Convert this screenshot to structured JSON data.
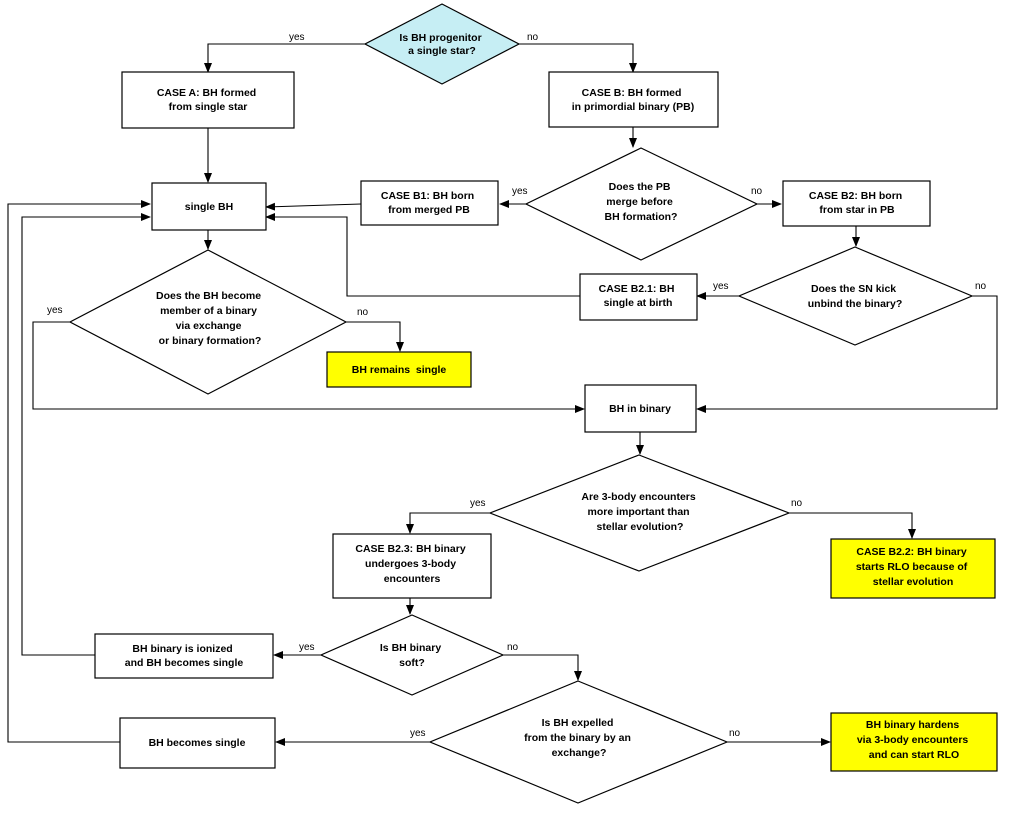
{
  "colors": {
    "decision_start": "#c6eef4",
    "process": "#ffffff",
    "terminal": "#ffff00",
    "line": "#000000"
  },
  "nodes": {
    "q_single_star": {
      "lines": [
        "Is BH progenitor",
        "a single star?"
      ]
    },
    "case_a": {
      "lines": [
        "CASE A: BH formed",
        "from single star"
      ]
    },
    "case_b": {
      "lines": [
        "CASE B: BH formed",
        "in primordial binary (PB)"
      ]
    },
    "single_bh": {
      "lines": [
        "single BH"
      ]
    },
    "case_b1": {
      "lines": [
        "CASE B1: BH born",
        "from merged PB"
      ]
    },
    "q_pb_merge": {
      "lines": [
        "Does the PB",
        "merge before",
        "BH formation?"
      ]
    },
    "case_b2": {
      "lines": [
        "CASE B2: BH born",
        "from star in PB"
      ]
    },
    "case_b21": {
      "lines": [
        "CASE B2.1: BH",
        "single at birth"
      ]
    },
    "q_sn_kick": {
      "lines": [
        "Does the SN kick",
        "unbind the binary?"
      ]
    },
    "q_bh_binary_member": {
      "lines": [
        "Does the BH become",
        "member of a binary",
        "via exchange",
        "or binary formation?"
      ]
    },
    "bh_remains_single": {
      "lines": [
        "BH remains  single"
      ]
    },
    "bh_in_binary": {
      "lines": [
        "BH in binary"
      ]
    },
    "q_3body": {
      "lines": [
        "Are 3-body encounters",
        "more important than",
        "stellar evolution?"
      ]
    },
    "case_b23": {
      "lines": [
        "CASE B2.3: BH binary",
        "undergoes 3-body",
        "encounters"
      ]
    },
    "case_b22": {
      "lines": [
        "CASE B2.2: BH binary",
        "starts RLO because of",
        "stellar evolution"
      ]
    },
    "bh_ionized": {
      "lines": [
        "BH binary is ionized",
        "and BH becomes single"
      ]
    },
    "q_soft": {
      "lines": [
        "Is BH binary",
        "soft?"
      ]
    },
    "q_expelled": {
      "lines": [
        "Is BH expelled",
        "from the binary by an",
        "exchange?"
      ]
    },
    "bh_becomes_single": {
      "lines": [
        "BH becomes single"
      ]
    },
    "bh_hardens": {
      "lines": [
        "BH binary hardens",
        "via 3-body encounters",
        "and can start RLO"
      ]
    }
  },
  "edge_labels": {
    "yes": "yes",
    "no": "no"
  }
}
